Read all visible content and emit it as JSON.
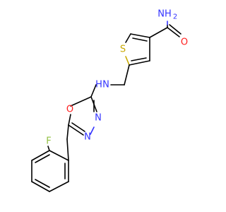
{
  "atoms": {
    "nh2": "NH",
    "nh2_sub": "2",
    "o_carbonyl": "O",
    "s": "S",
    "nh": "H",
    "nh_n": "N",
    "o_ring": "O",
    "n1": "N",
    "n2": "N",
    "f": "F"
  },
  "colors": {
    "carbon": "#000000",
    "nitrogen": "#3333ff",
    "oxygen": "#ff2020",
    "sulfur": "#c8a800",
    "fluorine": "#90c040"
  }
}
